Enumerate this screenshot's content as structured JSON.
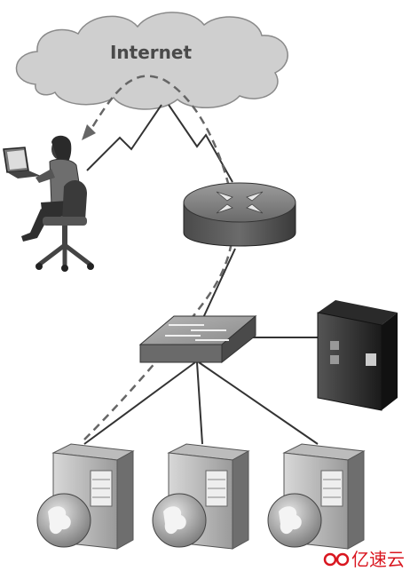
{
  "cloud": {
    "label": "Internet"
  },
  "watermark": {
    "text": "亿速云",
    "color": "#d9161f"
  },
  "colors": {
    "cloud_fill": "#cfcfcf",
    "link_line": "#333333",
    "dashed_path": "#666666",
    "device_dark": "#3a3a3a",
    "device_light": "#9a9a9a"
  },
  "devices": {
    "user": "user-at-laptop",
    "router": "router",
    "switch": "network-switch",
    "server": "tower-server",
    "web_servers": [
      "web-server",
      "web-server",
      "web-server"
    ]
  }
}
